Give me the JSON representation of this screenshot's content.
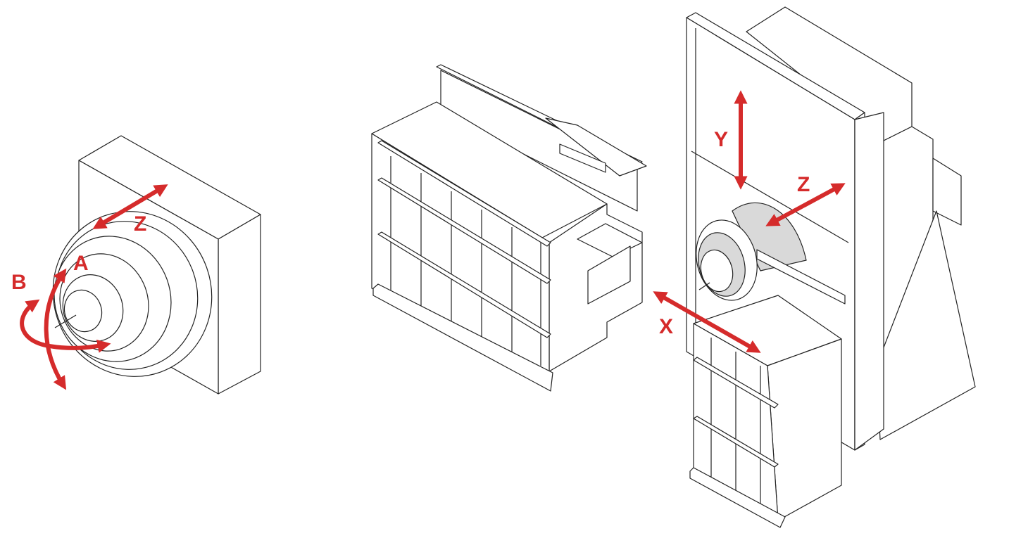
{
  "colors": {
    "line": "#222222",
    "accent": "#d52b2b",
    "fill": "#ffffff",
    "shade": "#d9d9d9"
  },
  "labels": {
    "head_z": "Z",
    "head_a": "A",
    "head_b": "B",
    "machine_y": "Y",
    "machine_z": "Z",
    "machine_x": "X"
  }
}
